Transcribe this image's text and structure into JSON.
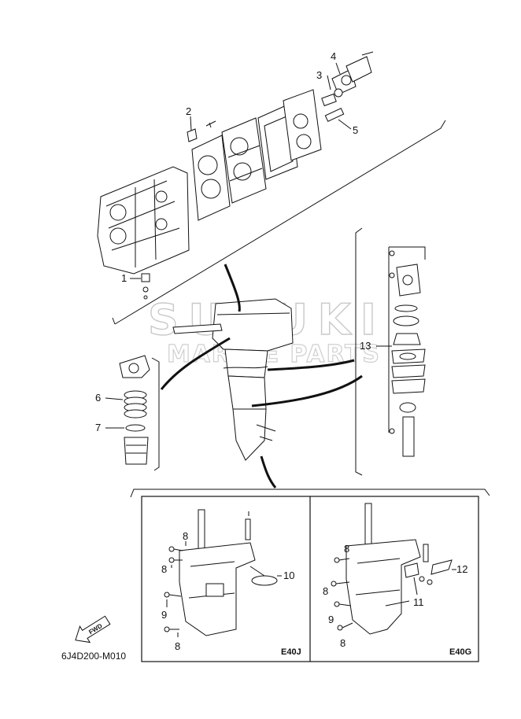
{
  "watermark": {
    "brand": "SUZUKI",
    "subtitle": "MARINE PARTS"
  },
  "diagram_code": "6J4D200-M010",
  "fwd_label": "FWD",
  "models": {
    "left": "E40J",
    "right": "E40G"
  },
  "callouts": {
    "c1": "1",
    "c2": "2",
    "c3": "3",
    "c4": "4",
    "c5": "5",
    "c6": "6",
    "c7": "7",
    "c13": "13",
    "left_8a": "8",
    "left_8b": "8",
    "left_9": "9",
    "left_8c": "8",
    "left_10": "10",
    "right_8a": "8",
    "right_8b": "8",
    "right_9": "9",
    "right_8c": "8",
    "right_11": "11",
    "right_12": "12"
  },
  "colors": {
    "line": "#111111",
    "watermark": "#c9c9c9",
    "background": "#ffffff"
  }
}
